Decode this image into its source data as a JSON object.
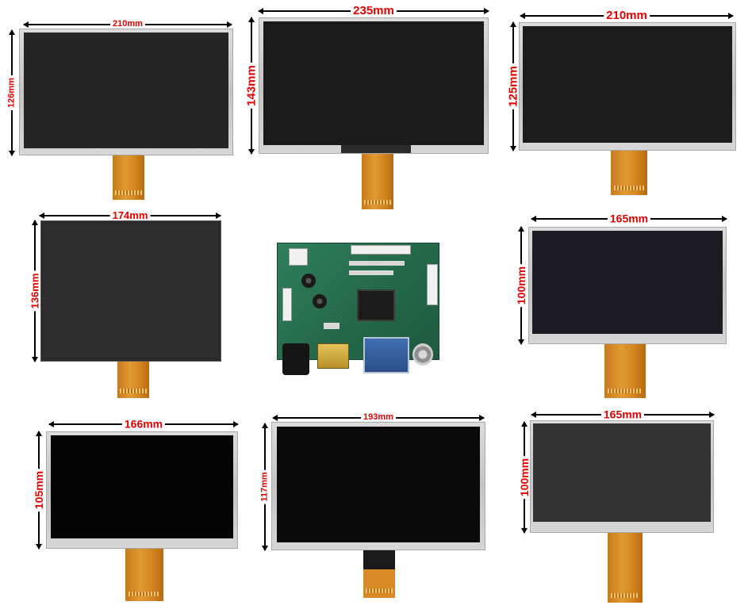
{
  "colors": {
    "dimension_text": "#e00000",
    "dimension_line": "#000000",
    "bezel": "#cfcfcf",
    "flex_cable": "#d88a24",
    "pcb": "#2a7354"
  },
  "panels": [
    {
      "id": "p1",
      "width_label": "210mm",
      "height_label": "126mm"
    },
    {
      "id": "p2",
      "width_label": "235mm",
      "height_label": "143mm"
    },
    {
      "id": "p3",
      "width_label": "210mm",
      "height_label": "125mm"
    },
    {
      "id": "p4",
      "width_label": "174mm",
      "height_label": "136mm"
    },
    {
      "id": "p5",
      "width_label": "165mm",
      "height_label": "100mm"
    },
    {
      "id": "p6",
      "width_label": "166mm",
      "height_label": "105mm"
    },
    {
      "id": "p7",
      "width_label": "193mm",
      "height_label": "117mm"
    },
    {
      "id": "p8",
      "width_label": "165mm",
      "height_label": "100mm"
    }
  ]
}
